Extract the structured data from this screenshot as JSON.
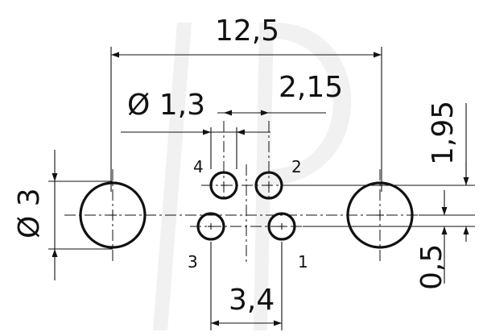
{
  "dimensions": {
    "overall_spacing": "12,5",
    "hole_diameter": "Ø 1,3",
    "pin_offset": "2,15",
    "vertical_offset": "1,95",
    "outer_diameter": "Ø 3",
    "pin_spacing": "3,4",
    "pin_half_offset": "0,5"
  },
  "pins": {
    "p1": "1",
    "p2": "2",
    "p3": "3",
    "p4": "4"
  }
}
